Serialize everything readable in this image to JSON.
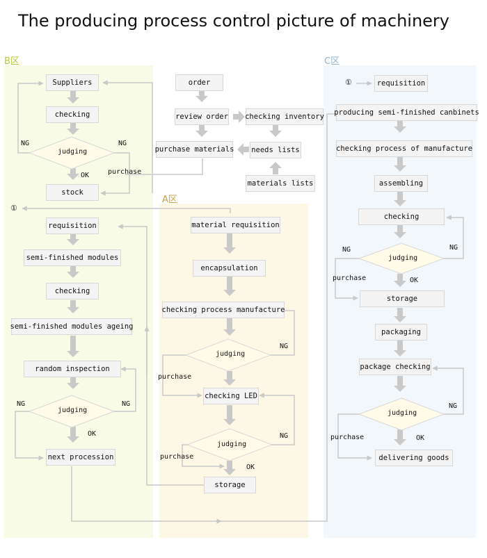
{
  "title": "The producing process control picture of machinery",
  "zones": {
    "b": "B区",
    "a": "A区",
    "c": "C区"
  },
  "marker": "①",
  "top": {
    "order": "order",
    "review_order": "review order",
    "checking_inventory": "checking inventory",
    "purchase_materials": "purchase materials",
    "needs_lists": "needs lists",
    "materials_lists": "materials lists"
  },
  "b": {
    "suppliers": "Suppliers",
    "checking": "checking",
    "judging": "judging",
    "stock": "stock",
    "requisition": "requisition",
    "semi_modules": "semi-finished modules",
    "checking2": "checking",
    "ageing": "semi-finished modules ageing",
    "random": "random inspection",
    "judging2": "judging",
    "next": "next procession"
  },
  "a": {
    "material_req": "material requisition",
    "encapsulation": "encapsulation",
    "check_manu": "checking process manufacture",
    "judging": "judging",
    "check_led": "checking LED",
    "judging2": "judging",
    "storage": "storage"
  },
  "c": {
    "requisition": "requisition",
    "producing": "producing semi-finished canbinets",
    "check_manu": "checking process of manufacture",
    "assembling": "assembling",
    "checking": "checking",
    "judging": "judging",
    "storage": "storage",
    "packaging": "packaging",
    "package_check": "package checking",
    "judging2": "judging",
    "delivering": "delivering goods"
  },
  "labels": {
    "ng": "NG",
    "ok": "OK",
    "purchase": "purchase"
  }
}
